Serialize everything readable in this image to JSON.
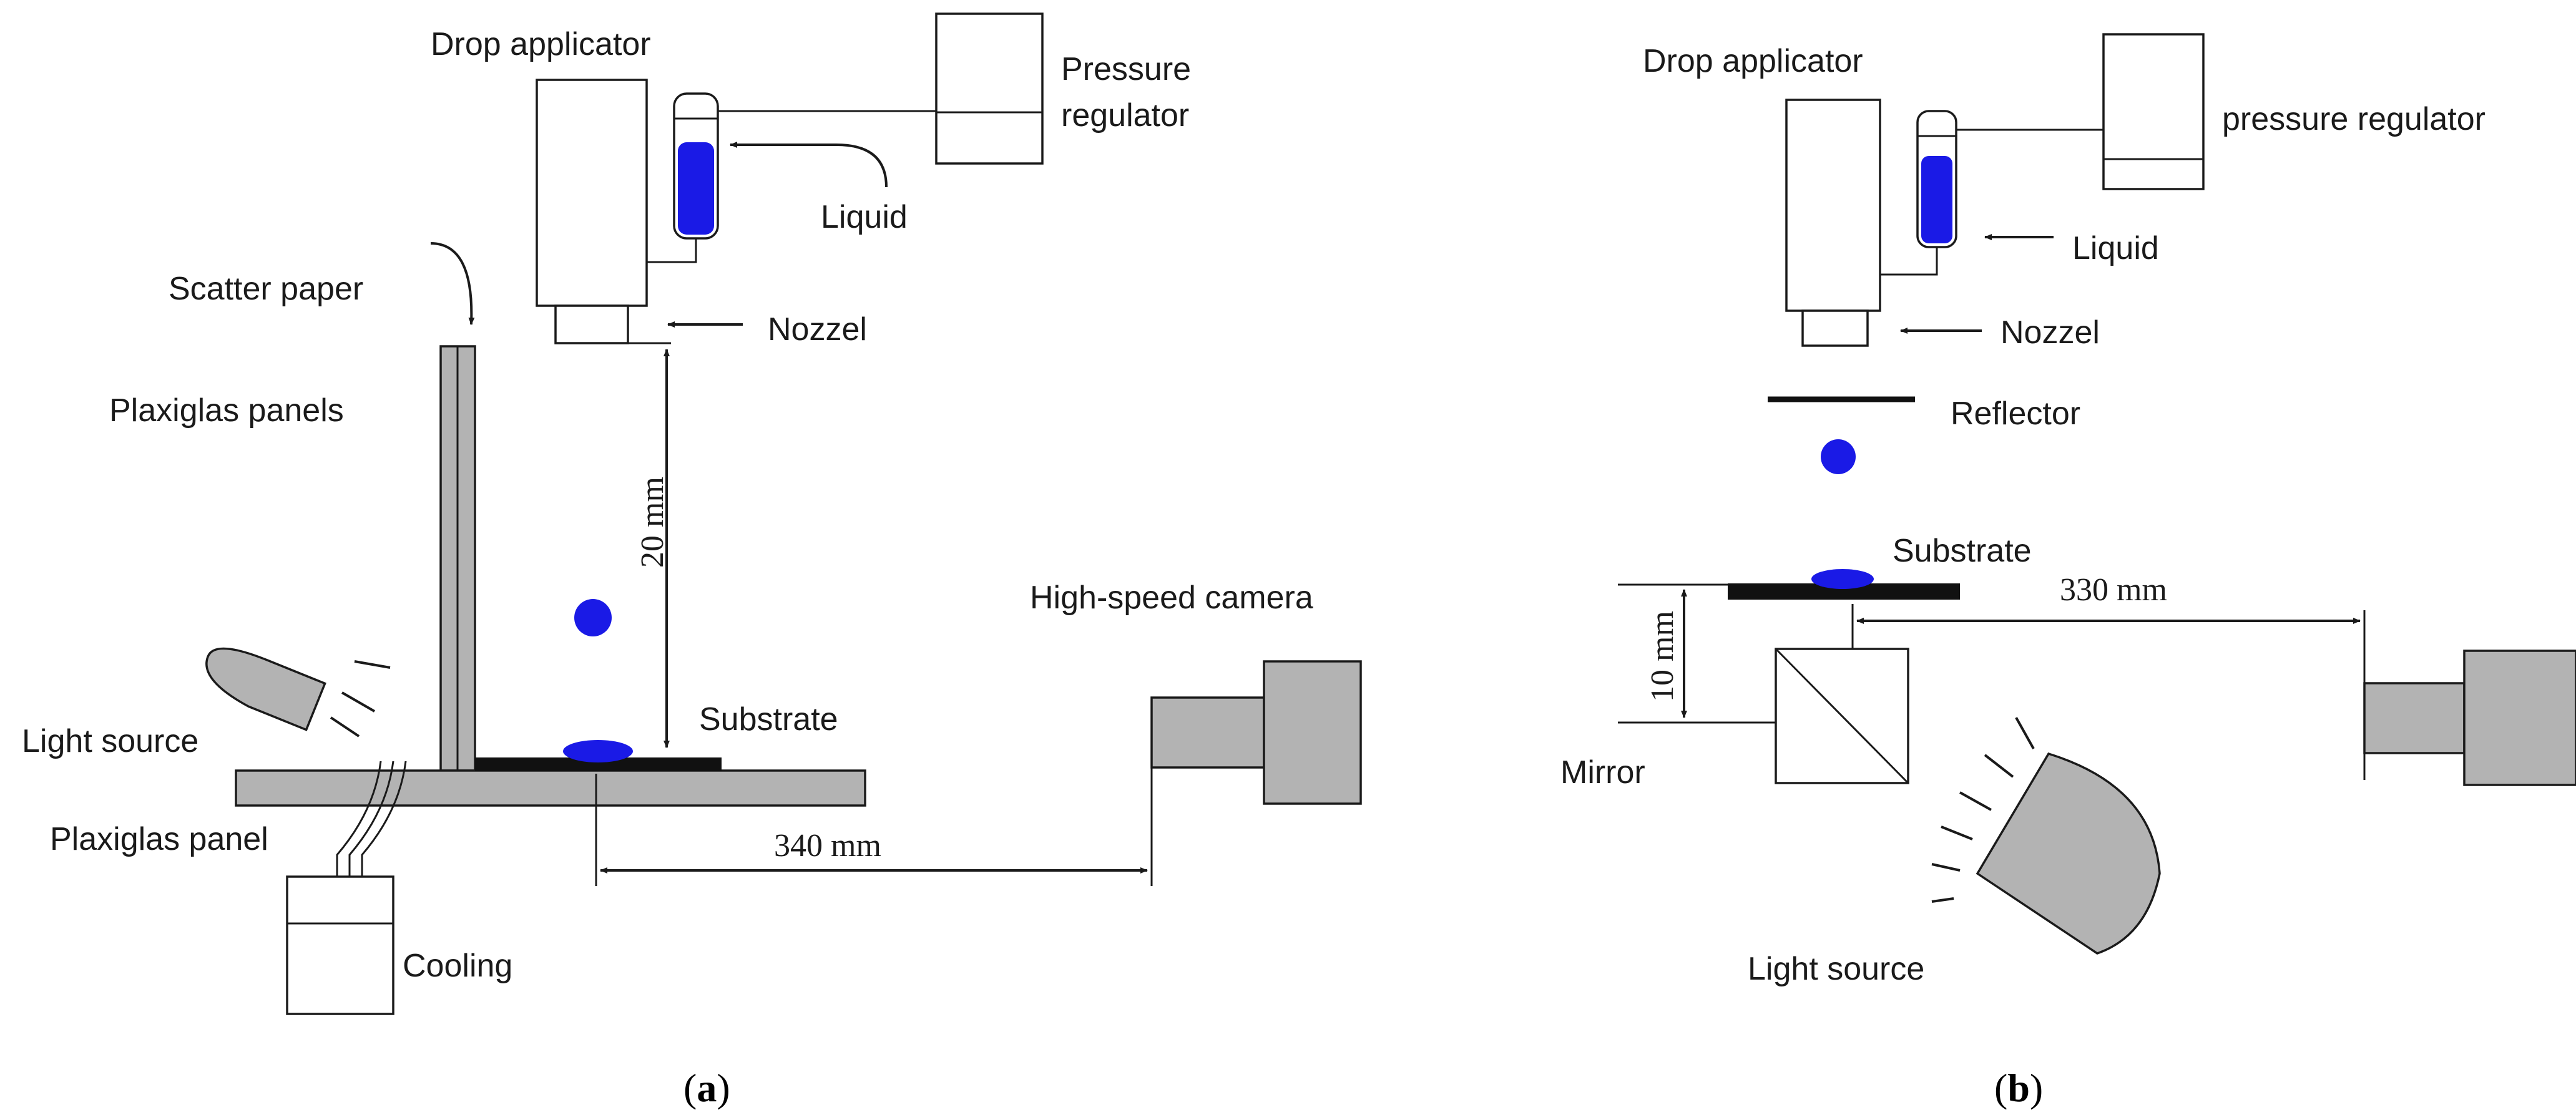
{
  "panel_a": {
    "caption_open": "(",
    "caption_letter": "a",
    "caption_close": ")",
    "labels": {
      "drop_applicator": "Drop applicator",
      "pressure": "Pressure",
      "regulator": "regulator",
      "liquid": "Liquid",
      "scatter_paper": "Scatter paper",
      "nozzel": "Nozzel",
      "plaxiglas_panels": "Plaxiglas panels",
      "distance_vertical": "20 mm",
      "high_speed_camera": "High-speed camera",
      "substrate": "Substrate",
      "light_source": "Light source",
      "plaxiglas_panel": "Plaxiglas panel",
      "distance_horizontal": "340 mm",
      "cooling": "Cooling"
    }
  },
  "panel_b": {
    "caption_open": "(",
    "caption_letter": "b",
    "caption_close": ")",
    "labels": {
      "drop_applicator": "Drop applicator",
      "pressure_regulator": "pressure regulator",
      "liquid": "Liquid",
      "nozzel": "Nozzel",
      "reflector": "Reflector",
      "substrate": "Substrate",
      "distance_horizontal": "330 mm",
      "distance_vertical": "10 mm",
      "mirror": "Mirror",
      "light_source": "Light source"
    }
  },
  "colors": {
    "liquid": "#1a1ae6",
    "equipment_fill": "#b3b3b3",
    "outline": "#1a1a1a"
  }
}
